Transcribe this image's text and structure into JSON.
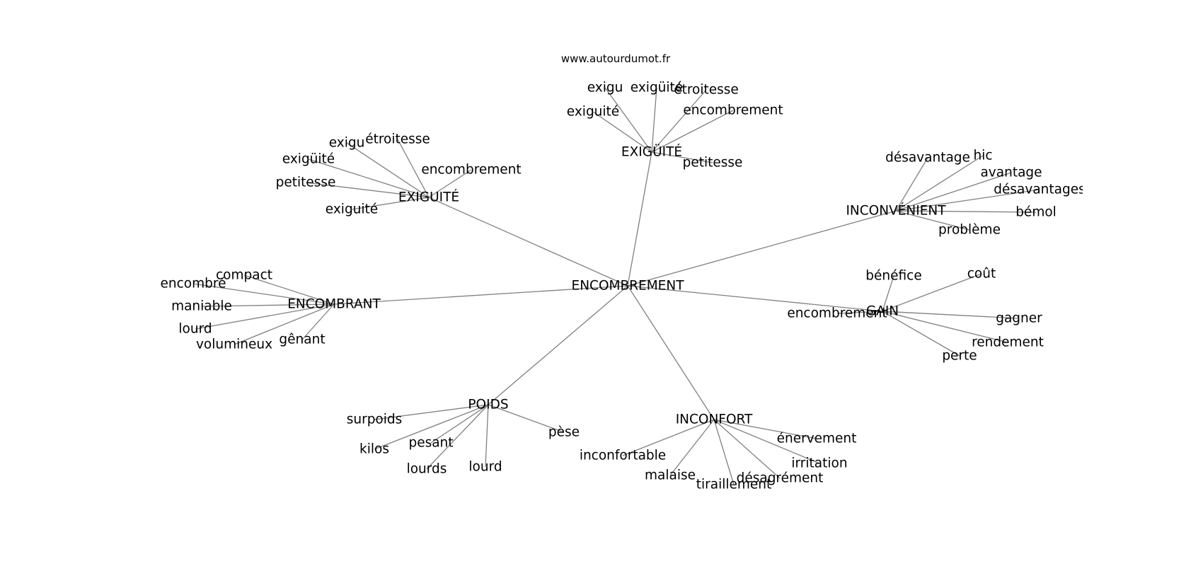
{
  "source_text": "www.autourdumot.fr",
  "center": {
    "id": "center",
    "label": "ENCOMBREMENT"
  },
  "hubs": [
    {
      "id": "exiguite-top",
      "label": "EXIGÜITÉ",
      "children": [
        {
          "id": "et-exigu",
          "label": "exigu"
        },
        {
          "id": "et-exiguite-umlaut",
          "label": "exigüité"
        },
        {
          "id": "et-etroitesse",
          "label": "étroitesse"
        },
        {
          "id": "et-exiguite",
          "label": "exiguité"
        },
        {
          "id": "et-encombrement",
          "label": "encombrement"
        },
        {
          "id": "et-petitesse",
          "label": "petitesse"
        }
      ]
    },
    {
      "id": "exiguite-left",
      "label": "EXIGUITÉ",
      "children": [
        {
          "id": "el-exigu",
          "label": "exigu"
        },
        {
          "id": "el-etroitesse",
          "label": "étroitesse"
        },
        {
          "id": "el-exiguite-umlaut",
          "label": "exigüité"
        },
        {
          "id": "el-encombrement",
          "label": "encombrement"
        },
        {
          "id": "el-petitesse",
          "label": "petitesse"
        },
        {
          "id": "el-exiguite",
          "label": "exiguité"
        }
      ]
    },
    {
      "id": "inconvenient",
      "label": "INCONVÉNIENT",
      "children": [
        {
          "id": "in-desavantage",
          "label": "désavantage"
        },
        {
          "id": "in-hic",
          "label": "hic"
        },
        {
          "id": "in-avantage",
          "label": "avantage"
        },
        {
          "id": "in-desavantages",
          "label": "désavantages"
        },
        {
          "id": "in-bemol",
          "label": "bémol"
        },
        {
          "id": "in-probleme",
          "label": "problème"
        }
      ]
    },
    {
      "id": "encombrant",
      "label": "ENCOMBRANT",
      "children": [
        {
          "id": "ec-compact",
          "label": "compact"
        },
        {
          "id": "ec-encombre",
          "label": "encombré"
        },
        {
          "id": "ec-maniable",
          "label": "maniable"
        },
        {
          "id": "ec-lourd",
          "label": "lourd"
        },
        {
          "id": "ec-volumineux",
          "label": "volumineux"
        },
        {
          "id": "ec-genant",
          "label": "gênant"
        }
      ]
    },
    {
      "id": "gain",
      "label": "GAIN",
      "children": [
        {
          "id": "ga-benefice",
          "label": "bénéfice"
        },
        {
          "id": "ga-cout",
          "label": "coût"
        },
        {
          "id": "ga-encombrement",
          "label": "encombrement"
        },
        {
          "id": "ga-gagner",
          "label": "gagner"
        },
        {
          "id": "ga-rendement",
          "label": "rendement"
        },
        {
          "id": "ga-perte",
          "label": "perte"
        }
      ]
    },
    {
      "id": "poids",
      "label": "POIDS",
      "children": [
        {
          "id": "po-surpoids",
          "label": "surpoids"
        },
        {
          "id": "po-pese",
          "label": "pèse"
        },
        {
          "id": "po-kilos",
          "label": "kilos"
        },
        {
          "id": "po-pesant",
          "label": "pesant"
        },
        {
          "id": "po-lourds",
          "label": "lourds"
        },
        {
          "id": "po-lourd",
          "label": "lourd"
        }
      ]
    },
    {
      "id": "inconfort",
      "label": "INCONFORT",
      "children": [
        {
          "id": "if-enervement",
          "label": "énervement"
        },
        {
          "id": "if-inconfortable",
          "label": "inconfortable"
        },
        {
          "id": "if-irritation",
          "label": "irritation"
        },
        {
          "id": "if-malaise",
          "label": "malaise"
        },
        {
          "id": "if-desagrement",
          "label": "désagrément"
        },
        {
          "id": "if-tiraillement",
          "label": "tiraillement"
        }
      ]
    }
  ]
}
